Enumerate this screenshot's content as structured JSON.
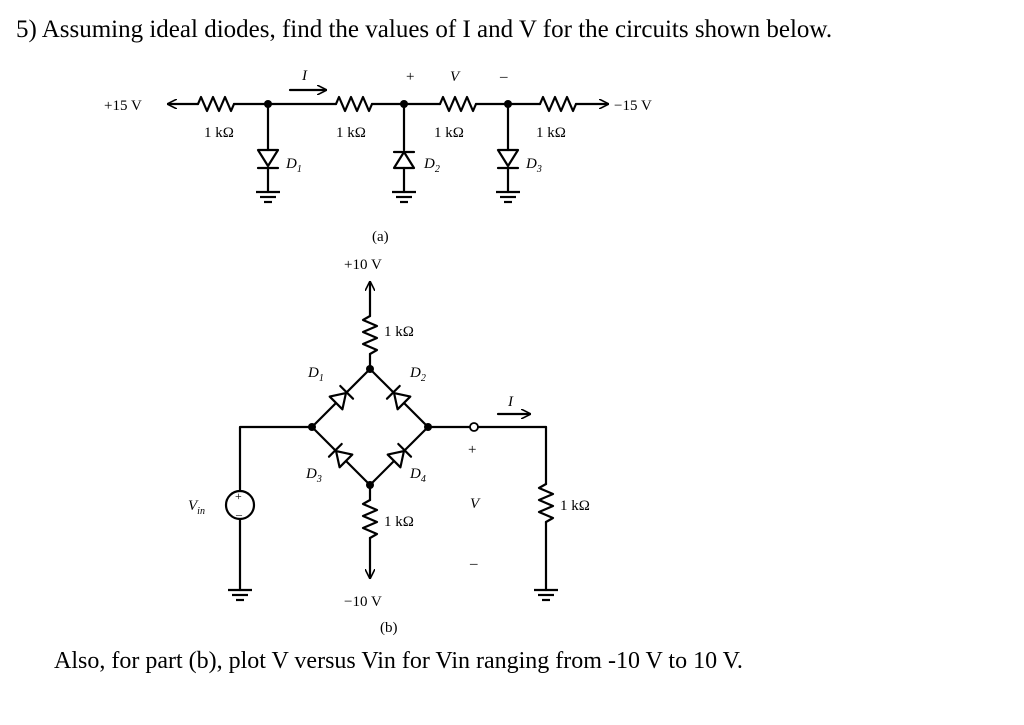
{
  "question": {
    "number": "5)",
    "text": "Assuming ideal diodes, find the values of I and V for the circuits shown below."
  },
  "followup": {
    "text": "Also, for part (b), plot V versus Vin for Vin ranging from -10 V to 10 V."
  },
  "circuit_a": {
    "caption": "(a)",
    "left_supply": "+15 V",
    "right_supply": "−15 V",
    "current_label": "I",
    "voltage_label": "V",
    "voltage_plus": "+",
    "voltage_minus": "–",
    "resistors": [
      "1 kΩ",
      "1 kΩ",
      "1 kΩ",
      "1 kΩ"
    ],
    "diodes": [
      {
        "letter": "D",
        "sub": "1"
      },
      {
        "letter": "D",
        "sub": "2"
      },
      {
        "letter": "D",
        "sub": "3"
      }
    ]
  },
  "circuit_b": {
    "caption": "(b)",
    "top_supply": "+10 V",
    "bottom_supply": "−10 V",
    "top_resistor": "1 kΩ",
    "bottom_resistor": "1 kΩ",
    "load_resistor": "1 kΩ",
    "source_label": {
      "letter": "V",
      "sub": "in"
    },
    "source_plus": "+",
    "source_minus": "–",
    "current_label": "I",
    "voltage_label": "V",
    "voltage_plus": "+",
    "voltage_minus": "–",
    "diodes": [
      {
        "letter": "D",
        "sub": "1"
      },
      {
        "letter": "D",
        "sub": "2"
      },
      {
        "letter": "D",
        "sub": "3"
      },
      {
        "letter": "D",
        "sub": "4"
      }
    ]
  }
}
